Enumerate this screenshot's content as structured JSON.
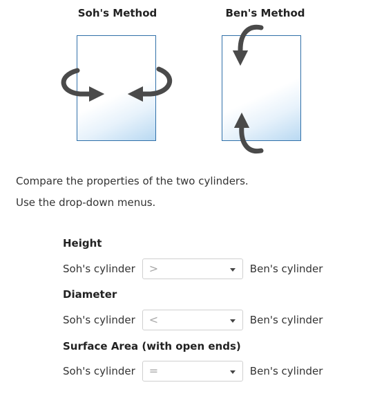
{
  "figure": {
    "soh_title": "Soh's Method",
    "ben_title": "Ben's Method",
    "arrow_color": "#4a4a4a",
    "sheet_border_color": "#2f6fa8",
    "sheet_shade_color": "#b9d9f2",
    "icons": [
      "curved-arrow-icon"
    ]
  },
  "instructions": {
    "line1": "Compare the properties of the two cylinders.",
    "line2": "Use the drop-down menus."
  },
  "properties": [
    {
      "heading": "Height",
      "left_label": "Soh's cylinder",
      "selected": ">",
      "right_label": "Ben's cylinder"
    },
    {
      "heading": "Diameter",
      "left_label": "Soh's cylinder",
      "selected": "<",
      "right_label": "Ben's cylinder"
    },
    {
      "heading": "Surface Area (with open ends)",
      "left_label": "Soh's cylinder",
      "selected": "=",
      "right_label": "Ben's cylinder"
    }
  ]
}
